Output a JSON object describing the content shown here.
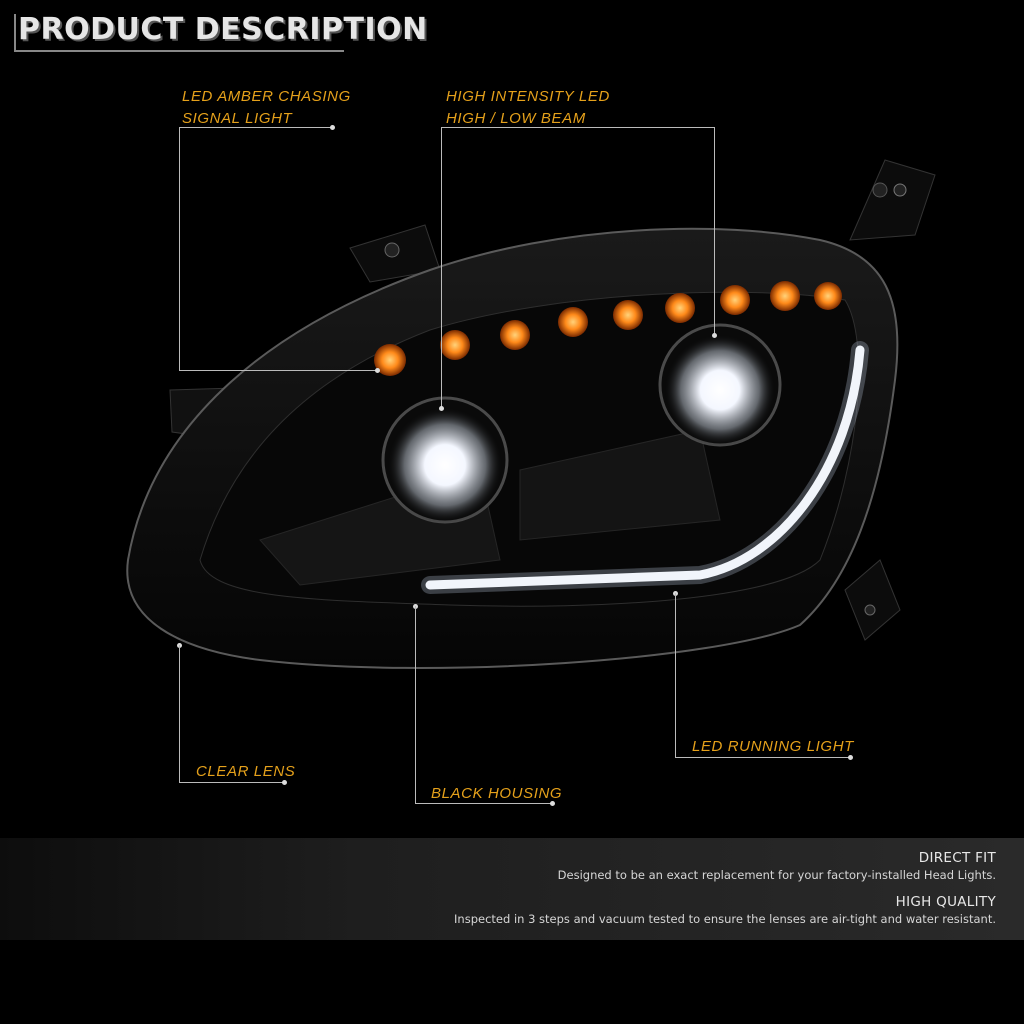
{
  "header": {
    "title": "PRODUCT DESCRIPTION"
  },
  "callouts": {
    "amber_signal": {
      "line1": "LED AMBER CHASING",
      "line2": "SIGNAL LIGHT"
    },
    "beam": {
      "line1": "HIGH INTENSITY LED",
      "line2": "HIGH / LOW BEAM"
    },
    "clear_lens": "CLEAR LENS",
    "black_housing": "BLACK HOUSING",
    "running_light": "LED RUNNING LIGHT"
  },
  "features": [
    {
      "heading": "DIRECT FIT",
      "text": "Designed to be an exact replacement for your factory-installed Head Lights."
    },
    {
      "heading": "HIGH QUALITY",
      "text": "Inspected in 3 steps and vacuum tested to ensure the lenses are air-tight and water resistant."
    }
  ],
  "colors": {
    "accent": "#e5a11b",
    "background": "#000000",
    "amber_led": "#ff8a1a"
  }
}
